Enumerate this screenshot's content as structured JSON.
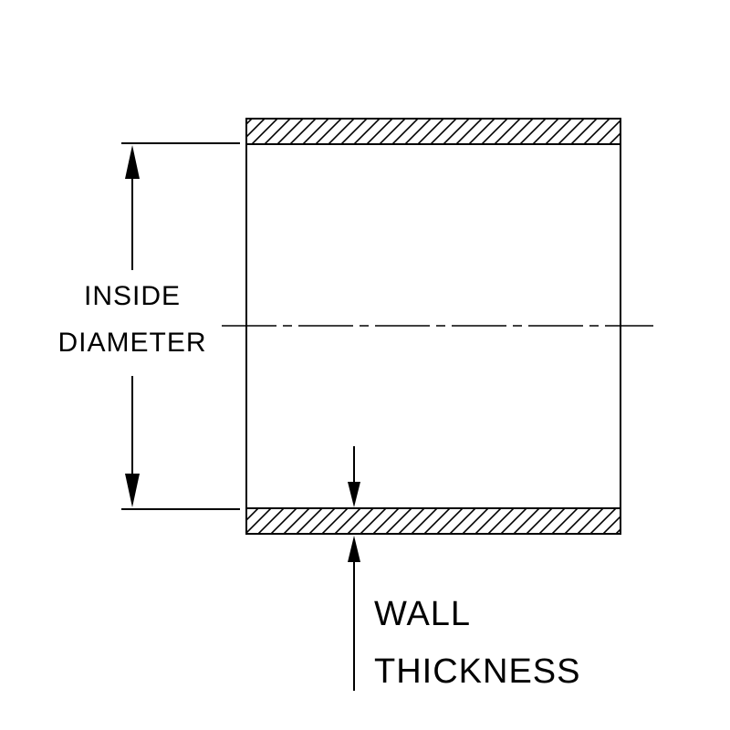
{
  "page": {
    "background": "#ffffff"
  },
  "diagram": {
    "type": "technical-dimension-diagram",
    "subject": "tube cross-section with dimension callouts",
    "line_color": "#000000",
    "labels": {
      "inside_diameter": {
        "line1": "INSIDE",
        "line2": "DIAMETER"
      },
      "wall_thickness": {
        "line1": "WALL",
        "line2": "THICKNESS"
      }
    }
  }
}
